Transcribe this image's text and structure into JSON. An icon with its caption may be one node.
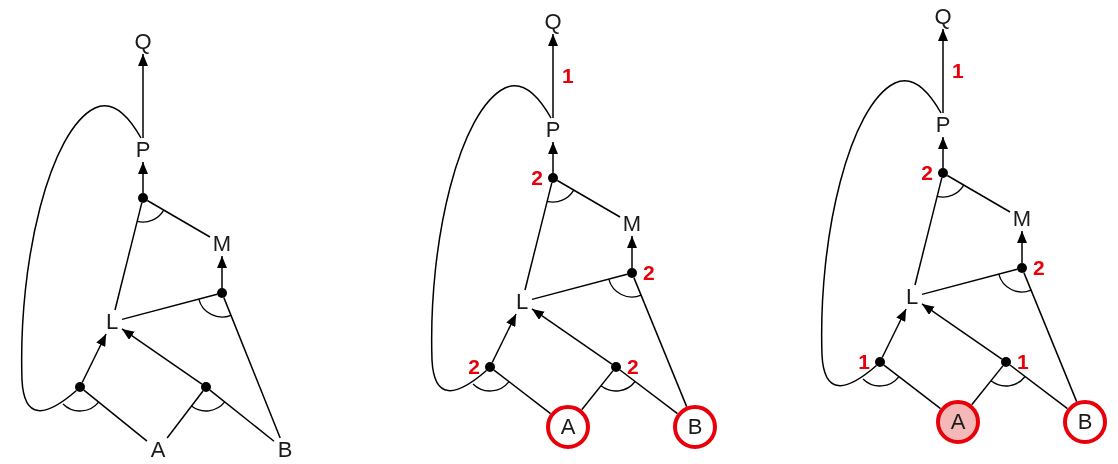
{
  "diagram": {
    "nodes": [
      {
        "text": [
          "Q"
        ]
      },
      {
        "text": [
          "P"
        ]
      },
      {
        "text": [],
        "shape": "circle"
      },
      {
        "text": [
          "M"
        ]
      },
      {
        "text": [],
        "shape": "circle"
      },
      {
        "text": [
          "L"
        ]
      },
      {
        "text": [],
        "shape": "circle"
      },
      {
        "text": [],
        "shape": "circle"
      },
      {
        "text": [
          "A"
        ]
      },
      {
        "text": [
          "B"
        ]
      },
      {
        "text": [
          "Q"
        ]
      },
      {
        "text": [
          "P"
        ]
      },
      {
        "text": [],
        "shape": "circle",
        "beside": [
          "2"
        ]
      },
      {
        "text": [
          "M"
        ]
      },
      {
        "text": [],
        "shape": "circle",
        "beside": [
          "2"
        ]
      },
      {
        "text": [
          "L"
        ]
      },
      {
        "text": [],
        "shape": "circle",
        "beside": [
          "2"
        ]
      },
      {
        "text": [],
        "shape": "circle",
        "beside": [
          "2"
        ]
      },
      {
        "text": [],
        "shape": "circle"
      },
      {
        "text": [
          "A"
        ],
        "in": 18
      },
      {
        "text": [],
        "shape": "circle"
      },
      {
        "text": [
          "B"
        ],
        "in": 20
      },
      {
        "text": [
          "Q"
        ]
      },
      {
        "text": [
          "P"
        ]
      },
      {
        "text": [],
        "shape": "circle",
        "beside": [
          "2"
        ]
      },
      {
        "text": [
          "M"
        ]
      },
      {
        "text": [],
        "shape": "circle",
        "beside": [
          "2"
        ]
      },
      {
        "text": [
          "L"
        ]
      },
      {
        "text": [],
        "shape": "circle",
        "beside": [
          "1"
        ]
      },
      {
        "text": [],
        "shape": "circle",
        "beside": [
          "1"
        ]
      },
      {
        "text": [],
        "shape": "disc"
      },
      {
        "text": [
          "A"
        ],
        "in": 30
      },
      {
        "text": [],
        "shape": "circle"
      },
      {
        "text": [
          "B"
        ],
        "in": 32
      }
    ],
    "edges": [
      {
        "from": 1,
        "to": 0,
        "arrow": "to"
      },
      {
        "from": 2,
        "to": 1,
        "arrow": "to"
      },
      {
        "from": 5,
        "to": 2,
        "arrow": "none"
      },
      {
        "from": 3,
        "to": 2,
        "arrow": "none"
      },
      {
        "from": 4,
        "to": 3,
        "arrow": "to"
      },
      {
        "from": 5,
        "to": 4,
        "arrow": "none"
      },
      {
        "from": 9,
        "to": 4,
        "arrow": "none"
      },
      {
        "from": 6,
        "to": 5,
        "arrow": "to"
      },
      {
        "from": 1,
        "to": 6,
        "arrow": "none"
      },
      {
        "from": 8,
        "to": 6,
        "arrow": "none"
      },
      {
        "from": 7,
        "to": 5,
        "arrow": "to"
      },
      {
        "from": 8,
        "to": 7,
        "arrow": "none"
      },
      {
        "from": 9,
        "to": 7,
        "arrow": "none"
      },
      {
        "from": 11,
        "to": 10,
        "arrow": "to",
        "label": "1"
      },
      {
        "from": 12,
        "to": 11,
        "arrow": "to"
      },
      {
        "from": 15,
        "to": 12,
        "arrow": "none"
      },
      {
        "from": 13,
        "to": 12,
        "arrow": "none"
      },
      {
        "from": 14,
        "to": 13,
        "arrow": "to"
      },
      {
        "from": 15,
        "to": 14,
        "arrow": "none"
      },
      {
        "from": 21,
        "to": 14,
        "arrow": "none"
      },
      {
        "from": 16,
        "to": 15,
        "arrow": "to"
      },
      {
        "from": 11,
        "to": 16,
        "arrow": "none"
      },
      {
        "from": 19,
        "to": 16,
        "arrow": "none"
      },
      {
        "from": 17,
        "to": 15,
        "arrow": "to"
      },
      {
        "from": 19,
        "to": 17,
        "arrow": "none"
      },
      {
        "from": 21,
        "to": 17,
        "arrow": "none"
      },
      {
        "from": 23,
        "to": 22,
        "arrow": "to",
        "label": "1"
      },
      {
        "from": 24,
        "to": 23,
        "arrow": "to"
      },
      {
        "from": 27,
        "to": 24,
        "arrow": "none"
      },
      {
        "from": 25,
        "to": 24,
        "arrow": "none"
      },
      {
        "from": 26,
        "to": 25,
        "arrow": "to"
      },
      {
        "from": 27,
        "to": 26,
        "arrow": "none"
      },
      {
        "from": 33,
        "to": 26,
        "arrow": "none"
      },
      {
        "from": 28,
        "to": 27,
        "arrow": "to"
      },
      {
        "from": 23,
        "to": 28,
        "arrow": "none"
      },
      {
        "from": 31,
        "to": 28,
        "arrow": "none"
      },
      {
        "from": 29,
        "to": 27,
        "arrow": "to"
      },
      {
        "from": 31,
        "to": 29,
        "arrow": "none"
      },
      {
        "from": 33,
        "to": 29,
        "arrow": "none"
      }
    ]
  }
}
